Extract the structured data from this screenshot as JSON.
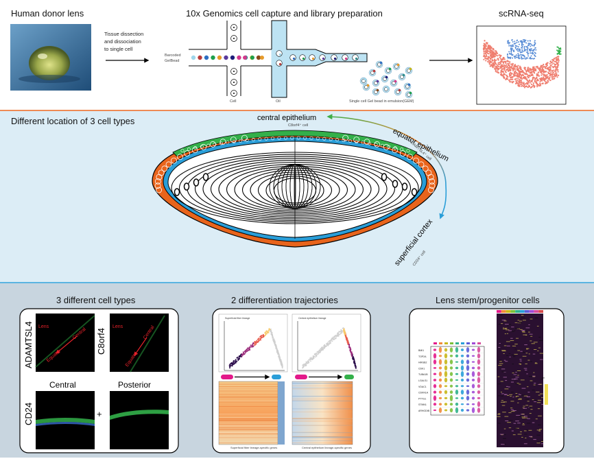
{
  "top": {
    "lens_title": "Human donor lens",
    "process_label_1": "Tissue dissection",
    "process_label_2": "and dissociation",
    "process_label_3": "to single cell",
    "genomics_title": "10x Genomics cell capture and library preparation",
    "barcoded_1": "Barcoded",
    "barcoded_2": "GelBead",
    "cell_label": "Cell",
    "oil_label": "Oil",
    "gem_label": "Single cell Gel bead in emulsion(GEM)",
    "scrna_title": "scRNA-seq"
  },
  "middle": {
    "title": "Different location of 3 cell types",
    "central_epithelium": "central epithelium",
    "central_marker": "C8orf4⁺ cell",
    "equator_epithelium": "equator epithelium",
    "equator_marker": "ADAMTSL4⁺ cell",
    "superficial_cortex": "superficial cortex",
    "cortex_marker": "CD24⁺ cell"
  },
  "bottom": {
    "panel1": {
      "title": "3 different cell types",
      "adamtsl4": "ADAMTSL4",
      "c8orf4": "C8orf4",
      "cd24": "CD24",
      "lens": "Lens",
      "central": "Central",
      "equator": "Equator",
      "col_central": "Central",
      "col_posterior": "Posterior",
      "plus": "+"
    },
    "panel2": {
      "title": "2 differentiation trajectories",
      "plot1_title": "Superficial fiber lineage",
      "plot2_title": "Central epithelium lineage",
      "heat1_caption": "Superficial fiber lineage-specific genes",
      "heat2_caption": "Central epithelium lineage-specific genes"
    },
    "panel3": {
      "title": "Lens stem/progenitor cells",
      "genes": [
        "BMI1",
        "TOP2A",
        "HMGB2",
        "CDK1",
        "TUBA1B",
        "LGALS1",
        "VDAC1",
        "CDKN1A",
        "PTTG1",
        "STMN1",
        "ARHGDIB"
      ]
    }
  },
  "colors": {
    "panel_bg_middle": "#dcedf6",
    "panel_bg_bottom": "#c8d5df",
    "accent_blue": "#bde3f3",
    "orange_cells": "#e8641c",
    "green_cells": "#33b04a",
    "salmon_cluster": "#ef7e6f",
    "blue_cluster": "#5b8ed6"
  }
}
